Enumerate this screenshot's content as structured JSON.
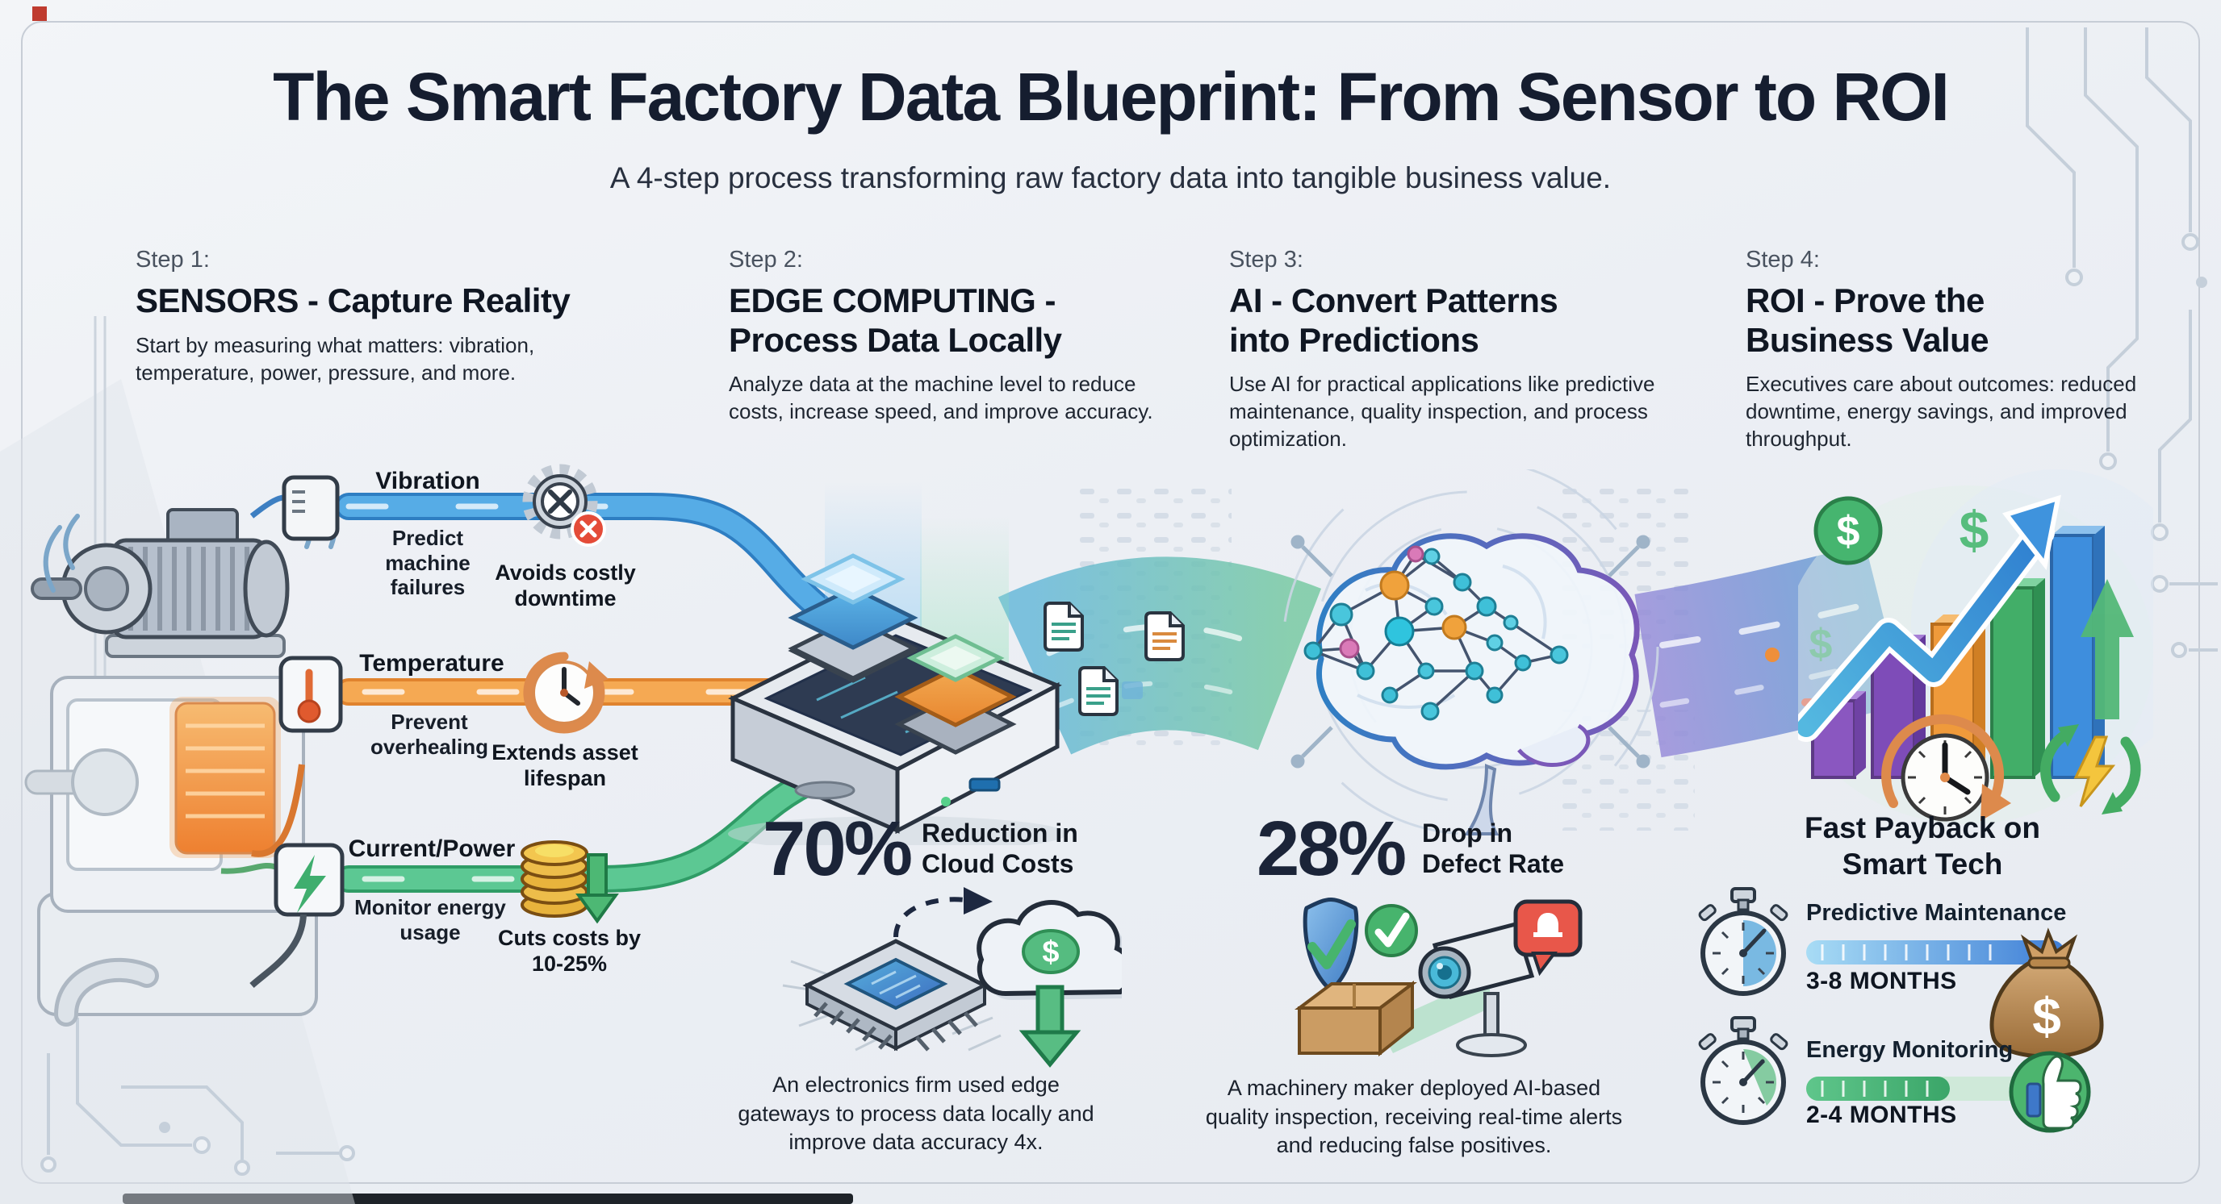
{
  "header": {
    "title": "The Smart Factory Data Blueprint: From Sensor to ROI",
    "subtitle": "A 4-step process transforming raw factory data into tangible business value."
  },
  "steps": [
    {
      "label": "Step 1:",
      "title": "SENSORS - Capture Reality",
      "desc": "Start by measuring what matters: vibration, temperature, power, pressure, and more."
    },
    {
      "label": "Step 2:",
      "title": "EDGE COMPUTING - Process Data Locally",
      "desc": "Analyze data at the machine level to reduce costs, increase speed, and improve accuracy."
    },
    {
      "label": "Step 3:",
      "title": "AI - Convert Patterns into Predictions",
      "desc": "Use AI for practical applications like predictive maintenance, quality inspection, and process optimization."
    },
    {
      "label": "Step 4:",
      "title": "ROI - Prove the Business Value",
      "desc": "Executives care about outcomes: reduced downtime, energy savings, and improved throughput."
    }
  ],
  "sensor_rows": [
    {
      "name": "Vibration",
      "benefit": "Predict machine failures",
      "outcome": "Avoids costly downtime",
      "color": "#4aa0e0",
      "icon": "gear-wrench-x-icon"
    },
    {
      "name": "Temperature",
      "benefit": "Prevent overhealing",
      "outcome": "Extends asset lifespan",
      "color": "#f09a43",
      "icon": "clock-cycle-icon"
    },
    {
      "name": "Current/Power",
      "benefit": "Monitor energy usage",
      "outcome": "Cuts costs by 10-25%",
      "color": "#4cbd86",
      "icon": "coins-down-arrow-icon"
    }
  ],
  "case_studies": [
    {
      "stat": "70%",
      "stat_label": "Reduction in Cloud Costs",
      "caption": "An electronics firm used edge gateways to process data locally and improve data accuracy 4x.",
      "icon": "chip-to-cloud-savings-icon"
    },
    {
      "stat": "28%",
      "stat_label": "Drop in Defect Rate",
      "caption": "A machinery maker deployed AI-based quality inspection, receiving real-time alerts and reducing false positives.",
      "icon": "shield-box-camera-icon"
    }
  ],
  "payback": {
    "title": "Fast Payback on Smart Tech",
    "items": [
      {
        "label": "Predictive Maintenance",
        "duration": "3-8 MONTHS",
        "color": "#3f81d8"
      },
      {
        "label": "Energy Monitoring",
        "duration": "2-4 MONTHS",
        "color": "#43ae6c"
      }
    ],
    "icons": [
      "stopwatch-blue-icon",
      "stopwatch-green-icon",
      "money-bag-icon",
      "thumbs-up-icon"
    ]
  },
  "colors": {
    "pipe_blue": "#4aa0e0",
    "pipe_orange": "#f09a43",
    "pipe_green": "#4cbd86",
    "accent_navy": "#1b2438",
    "alert_red": "#e8574a",
    "success_green": "#47b46d"
  }
}
